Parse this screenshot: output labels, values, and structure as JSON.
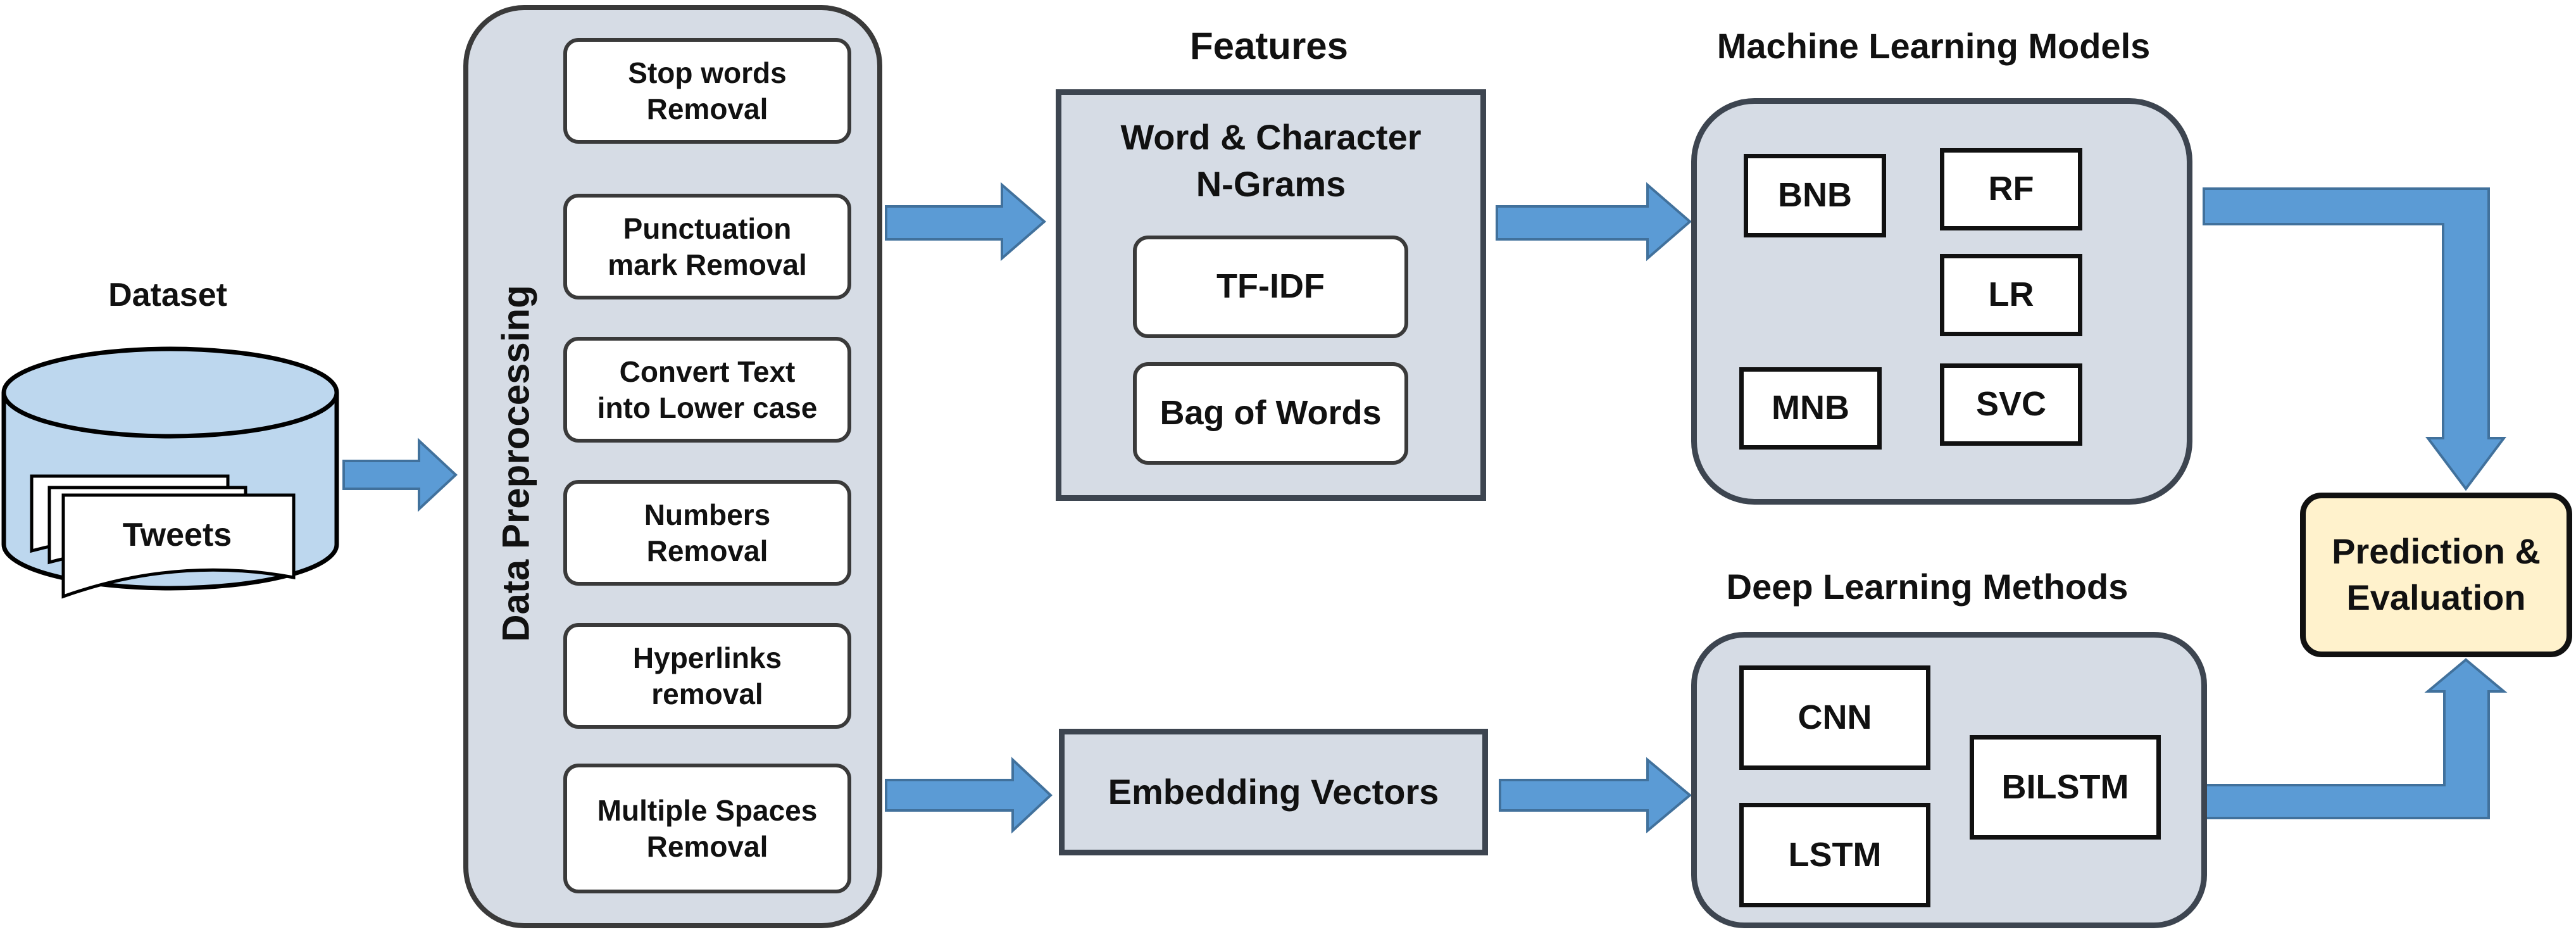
{
  "colors": {
    "arrow": "#5b9bd5",
    "arrow_stroke": "#41719c",
    "panel_fill": "#d6dce5",
    "panel_stroke": "#3d4550",
    "cylinder_fill": "#bdd7ee",
    "result_fill": "#fff2cc"
  },
  "dataset": {
    "label": "Dataset",
    "doc_label": "Tweets"
  },
  "preprocessing": {
    "label": "Data Preprocessing",
    "steps": [
      "Stop words\nRemoval",
      "Punctuation\nmark Removal",
      "Convert Text\ninto Lower case",
      "Numbers\nRemoval",
      "Hyperlinks\nremoval",
      "Multiple Spaces\nRemoval"
    ]
  },
  "features": {
    "label": "Features",
    "subtitle": "Word & Character\nN-Grams",
    "items": [
      "TF-IDF",
      "Bag of Words"
    ]
  },
  "embedding": {
    "label": "Embedding Vectors"
  },
  "ml": {
    "label": "Machine Learning Models",
    "models": [
      "BNB",
      "RF",
      "LR",
      "MNB",
      "SVC"
    ]
  },
  "dl": {
    "label": "Deep Learning Methods",
    "methods": [
      "CNN",
      "LSTM",
      "BILSTM"
    ]
  },
  "result": {
    "label": "Prediction &\nEvaluation"
  }
}
